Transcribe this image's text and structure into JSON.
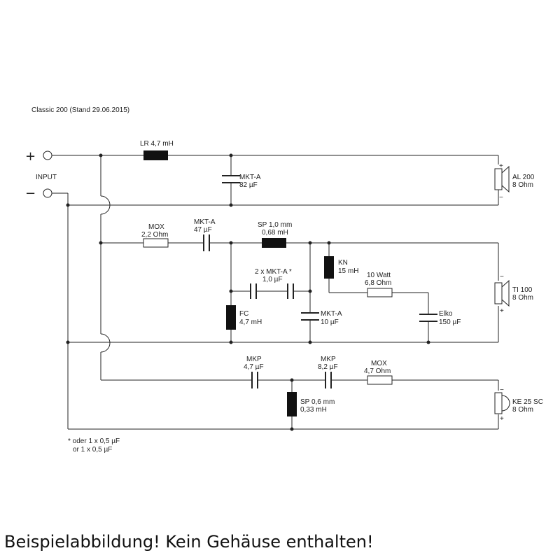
{
  "title": "Classic 200 (Stand 29.06.2015)",
  "input": {
    "plus": "+",
    "minus": "−",
    "label": "INPUT"
  },
  "woofer_section": {
    "inductor": "LR 4,7 mH",
    "capacitor": {
      "type": "MKT-A",
      "value": "82 µF"
    },
    "speaker": {
      "name": "AL 200",
      "impedance": "8 Ohm",
      "plus": "+",
      "minus": "−"
    }
  },
  "mid_section": {
    "resistor": {
      "type": "MOX",
      "value": "2,2 Ohm"
    },
    "series_cap": {
      "type": "MKT-A",
      "value": "47 µF"
    },
    "series_inductor": {
      "type": "SP 1,0 mm",
      "value": "0,68 mH"
    },
    "parallel_caps": {
      "type": "2 x MKT-A *",
      "value": "1,0 µF"
    },
    "shunt_inductor_fc": {
      "type": "FC",
      "value": "4,7 mH"
    },
    "shunt_cap": {
      "type": "MKT-A",
      "value": "10 µF"
    },
    "kn_inductor": {
      "type": "KN",
      "value": "15 mH"
    },
    "kn_resistor": {
      "rating": "10 Watt",
      "value": "6,8 Ohm"
    },
    "elko": {
      "type": "Elko",
      "value": "150 µF"
    },
    "speaker": {
      "name": "TI 100",
      "impedance": "8 Ohm",
      "plus": "+",
      "minus": "−"
    }
  },
  "tweeter_section": {
    "cap1": {
      "type": "MKP",
      "value": "4,7 µF"
    },
    "cap2": {
      "type": "MKP",
      "value": "8,2 µF"
    },
    "resistor": {
      "type": "MOX",
      "value": "4,7 Ohm"
    },
    "inductor": {
      "type": "SP 0,6 mm",
      "value": "0,33 mH"
    },
    "speaker": {
      "name": "KE 25 SC",
      "impedance": "8 Ohm",
      "minus": "−",
      "plus": "+"
    }
  },
  "footnote": {
    "line1": "* oder 1 x 0,5 µF",
    "line2": "or 1 x 0,5 µF"
  },
  "footer": "Beispielabbildung! Kein Gehäuse enthalten!"
}
